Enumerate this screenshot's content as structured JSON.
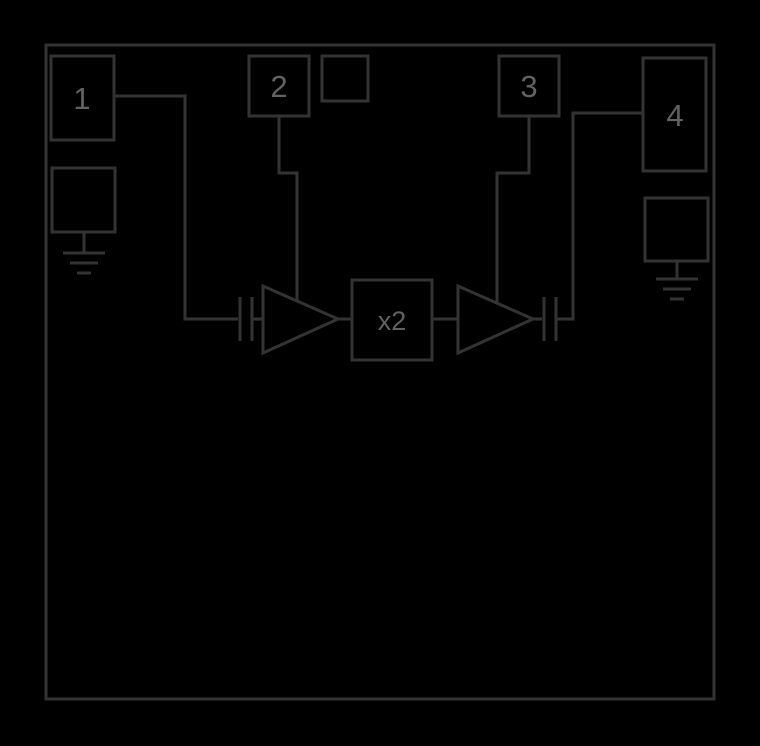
{
  "colors": {
    "background": "#000000",
    "line": "#333333",
    "text": "#626262"
  },
  "labels": {
    "pin1": "1",
    "pin2": "2",
    "pin3": "3",
    "pin4": "4",
    "multiplier": "x2"
  }
}
